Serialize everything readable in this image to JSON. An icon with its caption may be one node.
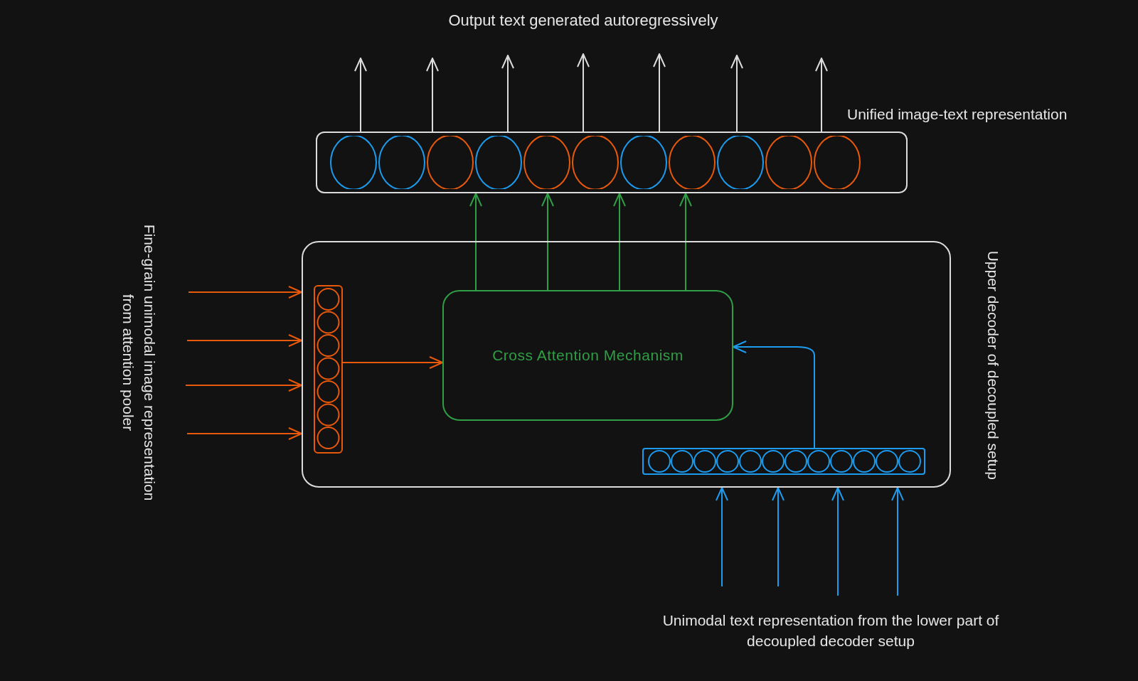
{
  "diagram": {
    "title": "Output text generated autoregressively",
    "nodes": [
      {
        "text": [
          "Unified image-text representation"
        ]
      },
      {
        "text": [
          "Upper decoder of decoupled setup"
        ]
      },
      {
        "text": [],
        "shape": "bar",
        "in": 1
      },
      {
        "text": [
          "Cross Attention Mechanism"
        ],
        "in": 1
      },
      {
        "text": [],
        "shape": "bar",
        "in": 1
      }
    ],
    "edges": [
      {
        "from": 0,
        "to": null,
        "arrow": "to"
      },
      {
        "from": 0,
        "to": null,
        "arrow": "to"
      },
      {
        "from": 0,
        "to": null,
        "arrow": "to"
      },
      {
        "from": 0,
        "to": null,
        "arrow": "to"
      },
      {
        "from": 0,
        "to": null,
        "arrow": "to"
      },
      {
        "from": 0,
        "to": null,
        "arrow": "to"
      },
      {
        "from": 0,
        "to": null,
        "arrow": "to"
      },
      {
        "from": 3,
        "to": 0,
        "arrow": "to",
        "color": "#2f9e44"
      },
      {
        "from": 3,
        "to": 0,
        "arrow": "to",
        "color": "#2f9e44"
      },
      {
        "from": 3,
        "to": 0,
        "arrow": "to",
        "color": "#2f9e44"
      },
      {
        "from": 3,
        "to": 0,
        "arrow": "to",
        "color": "#2f9e44"
      },
      {
        "from": null,
        "to": 1,
        "arrow": "to",
        "color": "#e8590c"
      },
      {
        "from": null,
        "to": 1,
        "arrow": "to",
        "color": "#e8590c"
      },
      {
        "from": null,
        "to": 1,
        "arrow": "to",
        "color": "#e8590c"
      },
      {
        "from": null,
        "to": 1,
        "arrow": "to",
        "color": "#e8590c"
      },
      {
        "from": 2,
        "to": 3,
        "arrow": "to",
        "color": "#e8590c"
      },
      {
        "from": 4,
        "to": 3,
        "arrow": "to",
        "color": "#1c9bef"
      },
      {
        "from": null,
        "to": 1,
        "arrow": "to",
        "color": "#1c9bef"
      },
      {
        "from": null,
        "to": 1,
        "arrow": "to",
        "color": "#1c9bef"
      },
      {
        "from": null,
        "to": 1,
        "arrow": "to",
        "color": "#1c9bef"
      },
      {
        "from": null,
        "to": 1,
        "arrow": "to",
        "color": "#1c9bef"
      }
    ],
    "labels": [
      "Fine-grain unimodal image representation from attention pooler",
      "Unimodal text representation from the lower part of decoupled decoder setup"
    ]
  }
}
